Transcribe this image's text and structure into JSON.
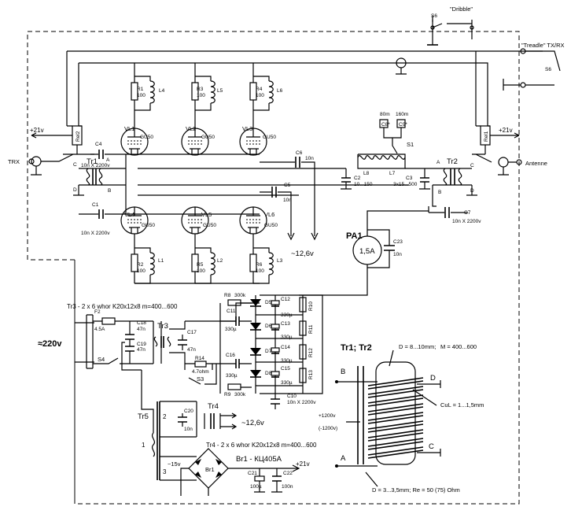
{
  "labels": {
    "dribble": "\"Dribble\"",
    "s6_top": "S6",
    "treadle": "\"Treadle\" TX/RX",
    "s6_right": "S6",
    "trx": "TRX",
    "antenne": "Antenne",
    "v21_left": "+21v",
    "v21_right": "+21v",
    "rel2": "Rel2",
    "rel1": "Rel1",
    "tr1": "Tr1",
    "tr2": "Tr2",
    "c_left": "C",
    "a_left": "A",
    "d_left": "D",
    "b_left": "B",
    "a_right": "A",
    "c_right": "C",
    "b_right": "B",
    "d_right": "D",
    "c4": "C4",
    "c4_val": "10n X 2200v",
    "c1": "C1",
    "c1_val": "10n X 2200v",
    "vl1": "VL1",
    "vl2": "VL2",
    "vl3": "VL3",
    "vl4": "VL4",
    "vl5": "VL5",
    "vl6": "VL6",
    "gu50_1": "GU50",
    "gu50_2": "GU50",
    "gu50_3": "GU50",
    "gu50_4": "GU50",
    "gu50_5": "GU50",
    "gu50_6": "GU50",
    "r1": "R1",
    "r3": "R3",
    "r4": "R4",
    "r1v": "100",
    "r3v": "100",
    "r4v": "100",
    "l4": "L4",
    "l5": "L5",
    "l6": "L6",
    "r2": "R2",
    "r5": "R5",
    "r6": "R6",
    "r2v": "100",
    "r5v": "100",
    "r6v": "100",
    "l1": "L1",
    "l2": "L2",
    "l3": "L3",
    "c6": "C6",
    "c6_val": "10n",
    "c5": "C5",
    "c5_val": "10n",
    "v126": "~12,6v",
    "band80": "80m",
    "band160": "160m",
    "c8": "C8*",
    "c9": "C9*",
    "s1": "S1",
    "l8": "L8",
    "l7": "L7",
    "c2": "C2",
    "c2_val": "10...150",
    "c3": "C3",
    "c3_val": "3x15...500",
    "c7": "C7",
    "c7_val": "10n X 2200v",
    "pa1": "PA1",
    "meter": "1,5A",
    "c23": "C23",
    "c23_val": "10n",
    "mains": "≈220v",
    "f2": "F2",
    "f2_val": "4.5A",
    "s4": "S4",
    "c18": "C18",
    "c18_val": "47n",
    "c19": "C19",
    "c19_val": "47n",
    "tr3": "Tr3",
    "tr3_note": "Tr3 - 2 x 6 whor   K20x12x8  m=400...600",
    "c17": "C17",
    "c17_val": "47n",
    "r14": "R14",
    "r14v": "4.7ohm",
    "s3": "S3",
    "r8": "R8",
    "r8v": "300k",
    "c11": "C11",
    "c11v": "330µ",
    "c16": "C16",
    "c16v": "330µ",
    "r9": "R9",
    "r9v": "300k",
    "d5": "D5",
    "d6": "D6",
    "d7": "D7",
    "d8": "D8",
    "c12": "C12",
    "c12v": "330µ",
    "c13": "C13",
    "c13v": "330µ",
    "c14": "C14",
    "c14v": "330µ",
    "c15": "C15",
    "c15v": "330µ",
    "r10": "R10",
    "r11": "R11",
    "r12": "R12",
    "r13": "R13",
    "c10": "C10",
    "c10_val": "10n X 2200v",
    "tr5": "Tr5",
    "w1": "1",
    "w2": "2",
    "w3": "3",
    "c20": "C20",
    "c20_val": "10n",
    "tr4": "Tr4",
    "v126b": "~12,6v",
    "tr4_note": "Tr4 - 2 x 6 whor   K20x12x8  m=400...600",
    "v15": "~15v",
    "br1": "Br1",
    "br1_note": "Br1 - КЦ405А",
    "v21_bottom": "+21v",
    "c21": "C21",
    "c21v": "100µ",
    "c22": "C22",
    "c22v": "100n",
    "tr_title": "Tr1; Tr2",
    "d_spec": "D = 8...10mm;",
    "m_spec": "M = 400...600",
    "coil_b": "B",
    "coil_d": "D",
    "cul": "CuL = 1...1,5mm",
    "v1200p": "+1200v",
    "v1200n": "(-1200v)",
    "coil_a": "A",
    "coil_c": "C",
    "coax_spec": "D = 3...3,5mm;  Re = 50 (75) Ohm"
  }
}
